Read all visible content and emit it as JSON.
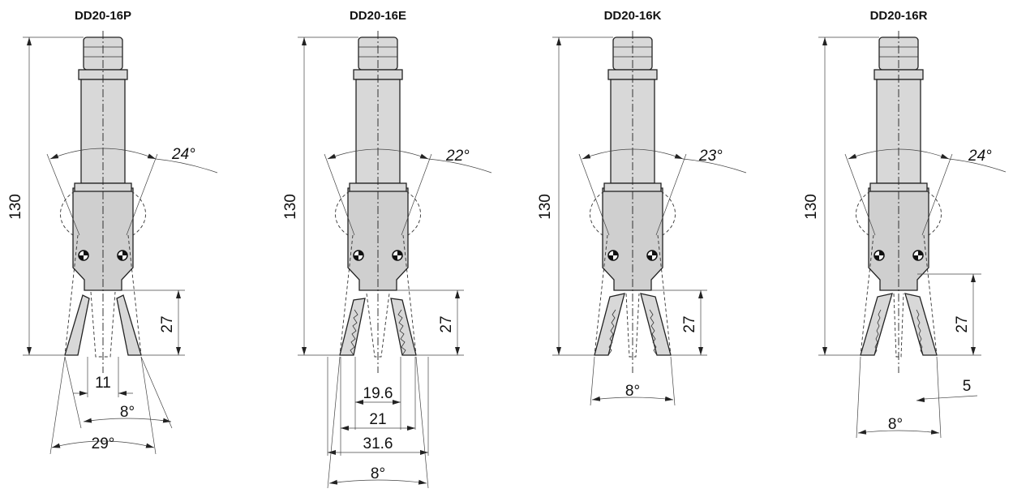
{
  "grippers": [
    {
      "title": "DD20-16P",
      "length": "130",
      "stroke": "27",
      "angle_open": "24°",
      "dims": [
        "11",
        "8°",
        "29°"
      ]
    },
    {
      "title": "DD20-16E",
      "length": "130",
      "stroke": "27",
      "angle_open": "22°",
      "dims": [
        "19.6",
        "21",
        "31.6",
        "8°"
      ]
    },
    {
      "title": "DD20-16K",
      "length": "130",
      "stroke": "27",
      "angle_open": "23°",
      "dims": [
        "8°"
      ]
    },
    {
      "title": "DD20-16R",
      "length": "130",
      "stroke": "27",
      "angle_open": "24°",
      "dims": [
        "5",
        "8°"
      ]
    }
  ]
}
